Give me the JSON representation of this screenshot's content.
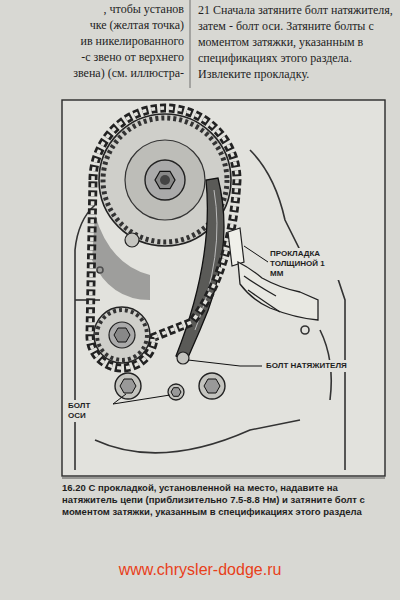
{
  "diagram": {
    "caption": "16.20 С прокладкой, установленной на место, надавите на натяжитель цепи (приблизительно 7.5-8.8 Нм) и затяните болт с моментом затяжки, указанным в спецификациях этого раздела",
    "labels": [
      ", чтобы установ",
      "чке (желтая точка)",
      "ив никелированного",
      "-с звено от верхнего",
      "звена) (см. иллюстра-",
      "21 Сначала затяните болт натяжителя, затем - болт оси. Затяните болты с моментом затяжки, указанным в спецификациях этого раздела. Извлеките прокладку.",
      "ПРОКЛАДКА ТОЛЩИНОЙ 1 ММ",
      "БОЛТ НАТЯЖИТЕЛЯ",
      "БОЛТ ОСИ",
      "www.chrysler-dodge.ru"
    ]
  }
}
